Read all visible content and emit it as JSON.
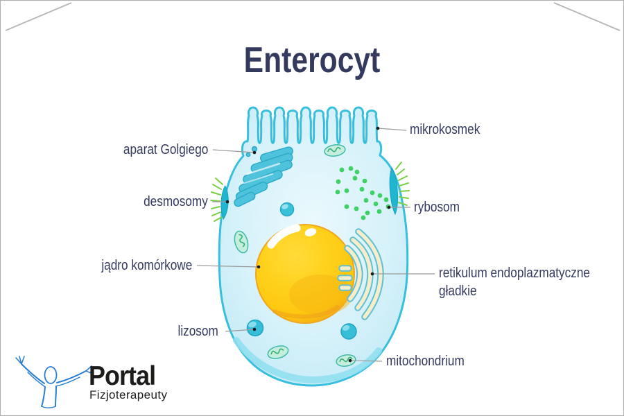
{
  "title": "Enterocyt",
  "labels": {
    "mikrokosmek": "mikrokosmek",
    "aparat_golgiego": "aparat Golgiego",
    "desmosomy": "desmosomy",
    "rybosom": "rybosom",
    "jadro_komorkowe": "jądro komórkowe",
    "retikulum": "retikulum endoplazmatyczne gładkie",
    "lizosom": "lizosom",
    "mitochondrium": "mitochondrium"
  },
  "logo": {
    "name": "Portal",
    "subtitle": "Fizjoterapeuty"
  },
  "colors": {
    "title_text": "#343a5e",
    "label_text": "#343a5e",
    "membrane_cyan": "#38bfdd",
    "cytoplasm_light_blue": "#d8f2fa",
    "bottom_membrane_band": "#8fdef0",
    "nucleus_yellow": "#ffd11c",
    "nucleus_orange_rim": "#f0a61e",
    "golgi_teal": "#4ec3db",
    "lysosome_teal": "#36bed8",
    "desmosome_teal": "#21b6cf",
    "ribosome_green": "#3fd166",
    "bristle_green": "#7ccf45",
    "mitochondrion_mint": "#c5efdc",
    "mitochondrion_outline": "#3db9a8",
    "er_cream": "#f6eecb",
    "er_outline": "#62bfd2",
    "pointer_gray": "#9b9b9b",
    "pointer_dot": "#1a1a1a",
    "corner_mark_gray": "#b8b8b8",
    "logo_blue": "#2a7ed2",
    "logo_text": "#1c1c1a"
  }
}
